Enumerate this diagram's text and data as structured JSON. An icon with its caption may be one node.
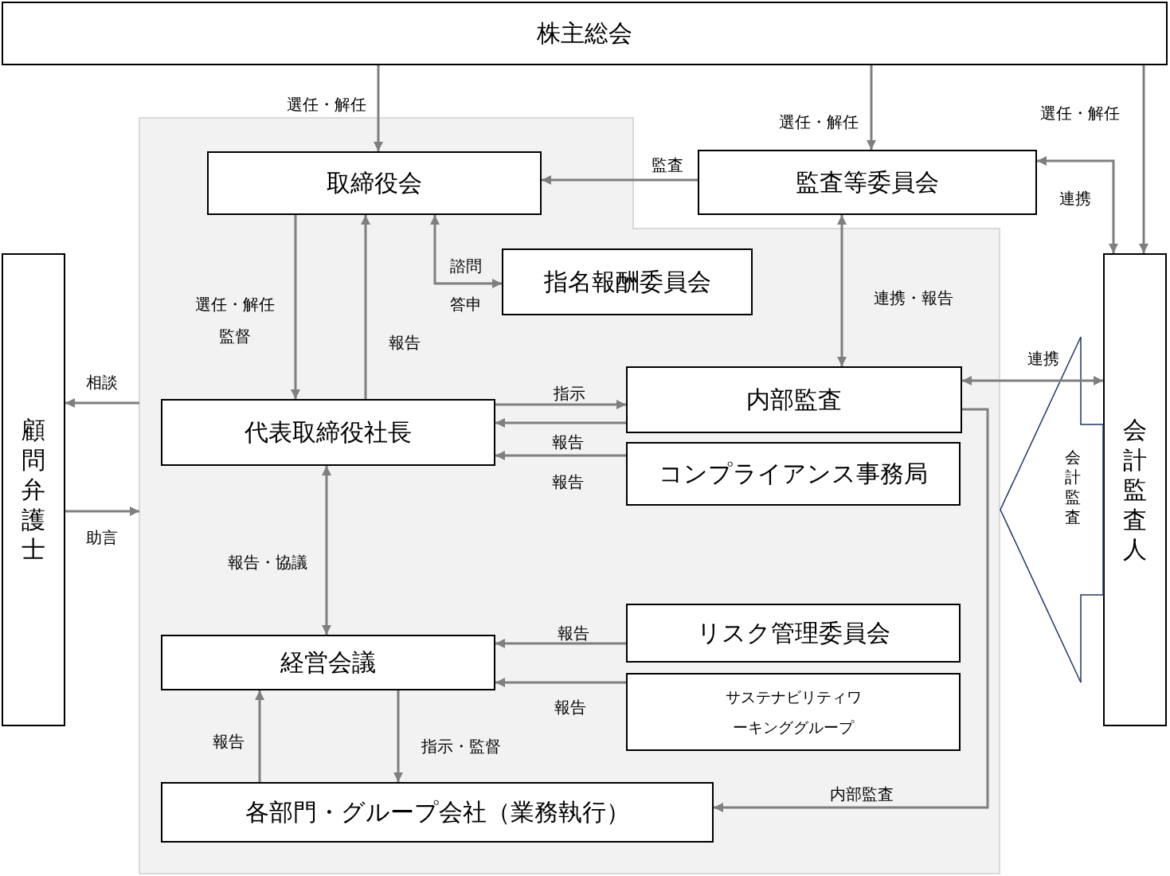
{
  "diagram": {
    "nodes": [
      {
        "text": [
          "株主総会"
        ]
      },
      {
        "text": [],
        "shape": "box"
      },
      {
        "text": [
          "取締役会"
        ],
        "in": 1
      },
      {
        "text": [
          "監査等委員会"
        ]
      },
      {
        "text": [
          "指名報酬委員会"
        ],
        "in": 1
      },
      {
        "text": [
          "代表取締役社長"
        ],
        "in": 1
      },
      {
        "text": [
          "内部監査"
        ],
        "in": 1
      },
      {
        "text": [
          "コンプライアンス事務局"
        ],
        "in": 1
      },
      {
        "text": [
          "経営会議"
        ],
        "in": 1
      },
      {
        "text": [
          "リスク管理委員会"
        ],
        "in": 1
      },
      {
        "text": [
          "サステナビリティワーキンググループ"
        ],
        "in": 1
      },
      {
        "text": [
          "各部門・グループ会社（業務執行）"
        ],
        "in": 1
      },
      {
        "text": [
          "顧問弁護士"
        ]
      },
      {
        "text": [
          "会計監査人"
        ]
      }
    ],
    "edges": [
      {
        "from": 0,
        "to": 2,
        "arrow": "to",
        "label": "選任・解任"
      },
      {
        "from": 0,
        "to": 3,
        "arrow": "to",
        "label": "選任・解任"
      },
      {
        "from": 0,
        "to": 13,
        "arrow": "to",
        "label": "選任・解任"
      },
      {
        "from": 3,
        "to": 2,
        "arrow": "to",
        "label": "監査"
      },
      {
        "from": 3,
        "to": 13,
        "arrow": "both",
        "label": "連携"
      },
      {
        "from": 2,
        "to": 4,
        "arrow": "both",
        "label": "諮問答申"
      },
      {
        "from": 2,
        "to": 5,
        "arrow": "to",
        "label": "選任・解任監督"
      },
      {
        "from": 5,
        "to": 2,
        "arrow": "to",
        "label": "報告"
      },
      {
        "from": 3,
        "to": 6,
        "arrow": "both",
        "label": "連携・報告"
      },
      {
        "from": 5,
        "to": 6,
        "arrow": "to",
        "label": "指示"
      },
      {
        "from": 6,
        "to": 5,
        "arrow": "to",
        "label": "報告"
      },
      {
        "from": 7,
        "to": 5,
        "arrow": "to",
        "label": "報告"
      },
      {
        "from": 1,
        "to": 12,
        "arrow": "to",
        "label": "相談"
      },
      {
        "from": 12,
        "to": 1,
        "arrow": "to",
        "label": "助言"
      },
      {
        "from": 6,
        "to": 13,
        "arrow": "both",
        "label": "連携"
      },
      {
        "from": 5,
        "to": 8,
        "arrow": "both",
        "label": "報告・協議"
      },
      {
        "from": 9,
        "to": 8,
        "arrow": "to",
        "label": "報告"
      },
      {
        "from": 10,
        "to": 8,
        "arrow": "to",
        "label": "報告"
      },
      {
        "from": 8,
        "to": 11,
        "arrow": "to",
        "label": "指示・監督"
      },
      {
        "from": 11,
        "to": 8,
        "arrow": "to",
        "label": "報告"
      },
      {
        "from": 6,
        "to": 11,
        "arrow": "to",
        "label": "内部監査"
      },
      {
        "from": 13,
        "to": 1,
        "arrow": "to",
        "label": "会計監査"
      }
    ]
  }
}
